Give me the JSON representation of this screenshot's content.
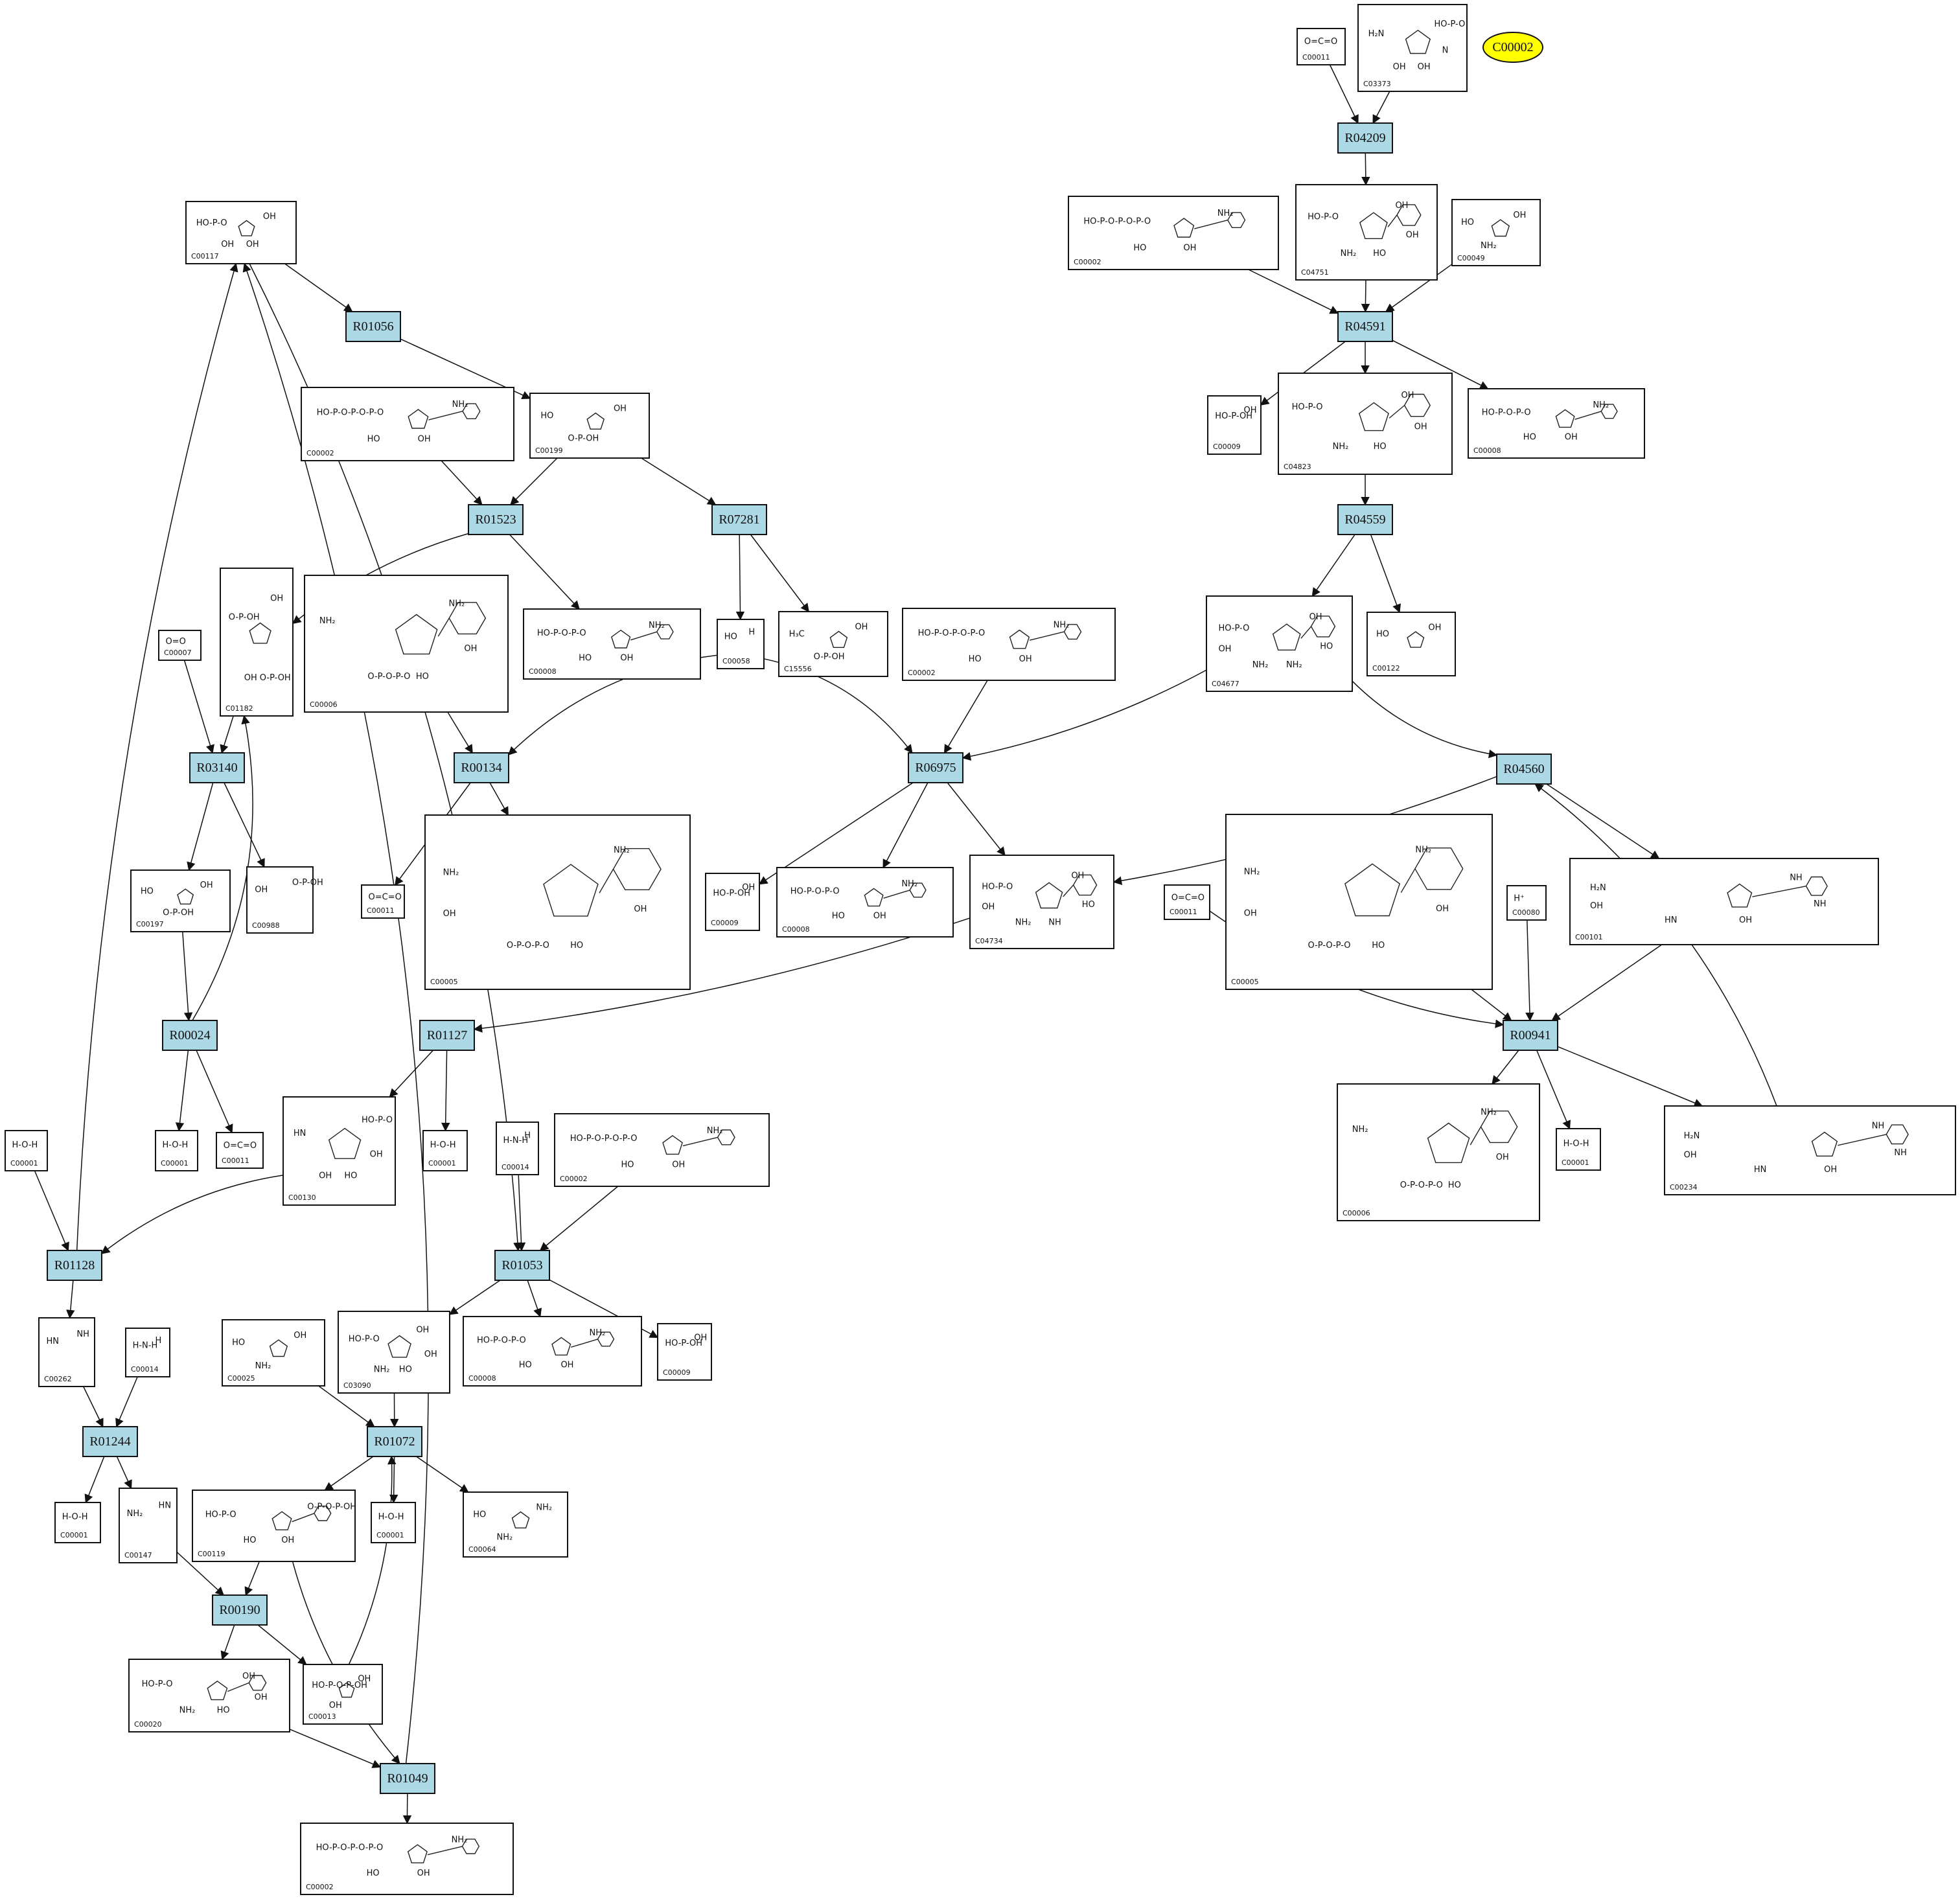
{
  "colors": {
    "reaction_fill": "#add8e6",
    "legend_fill": "#ffff00",
    "edge": "#111111"
  },
  "legend": {
    "label": "C00002"
  },
  "reactions": [
    {
      "id": "R04209"
    },
    {
      "id": "R04591"
    },
    {
      "id": "R04559"
    },
    {
      "id": "R04560"
    },
    {
      "id": "R01056"
    },
    {
      "id": "R01523"
    },
    {
      "id": "R07281"
    },
    {
      "id": "R03140"
    },
    {
      "id": "R00134"
    },
    {
      "id": "R06975"
    },
    {
      "id": "R00941"
    },
    {
      "id": "R00024"
    },
    {
      "id": "R01127"
    },
    {
      "id": "R01128"
    },
    {
      "id": "R01053"
    },
    {
      "id": "R01244"
    },
    {
      "id": "R01072"
    },
    {
      "id": "R00190"
    },
    {
      "id": "R01049"
    }
  ],
  "compounds": [
    {
      "key": "c00011_top",
      "id": "C00011",
      "glyphs": [
        "O=C=O"
      ]
    },
    {
      "key": "c03373",
      "id": "C03373",
      "glyphs": [
        "H₂N",
        "HO-P-O",
        "OH",
        "OH",
        "N"
      ]
    },
    {
      "key": "c00002_a",
      "id": "C00002",
      "glyphs": [
        "HO-P-O-P-O-P-O",
        "NH₂",
        "HO",
        "OH"
      ]
    },
    {
      "key": "c04751",
      "id": "C04751",
      "glyphs": [
        "HO-P-O",
        "OH",
        "NH₂",
        "HO",
        "OH"
      ]
    },
    {
      "key": "c00049",
      "id": "C00049",
      "glyphs": [
        "HO",
        "OH",
        "NH₂"
      ]
    },
    {
      "key": "c00117",
      "id": "C00117",
      "glyphs": [
        "HO-P-O",
        "OH",
        "OH",
        "OH"
      ]
    },
    {
      "key": "c00009_a",
      "id": "C00009",
      "glyphs": [
        "HO-P-OH",
        "OH"
      ]
    },
    {
      "key": "c04823",
      "id": "C04823",
      "glyphs": [
        "HO-P-O",
        "OH",
        "NH₂",
        "HO",
        "OH"
      ]
    },
    {
      "key": "c00008_a",
      "id": "C00008",
      "glyphs": [
        "HO-P-O-P-O",
        "NH₂",
        "HO",
        "OH"
      ]
    },
    {
      "key": "c00002_b",
      "id": "C00002",
      "glyphs": [
        "HO-P-O-P-O-P-O",
        "NH₂",
        "HO",
        "OH"
      ]
    },
    {
      "key": "c00199",
      "id": "C00199",
      "glyphs": [
        "HO",
        "OH",
        "O-P-OH"
      ]
    },
    {
      "key": "c01182",
      "id": "C01182",
      "glyphs": [
        "O-P-OH",
        "OH",
        "OH",
        "O-P-OH"
      ]
    },
    {
      "key": "c00006_a",
      "id": "C00006",
      "glyphs": [
        "NH₂",
        "NH₂",
        "O-P-O-P-O",
        "HO",
        "OH"
      ]
    },
    {
      "key": "c00008_b",
      "id": "C00008",
      "glyphs": [
        "HO-P-O-P-O",
        "NH₂",
        "HO",
        "OH"
      ]
    },
    {
      "key": "c00058",
      "id": "C00058",
      "glyphs": [
        "HO",
        "H"
      ]
    },
    {
      "key": "c15556",
      "id": "C15556",
      "glyphs": [
        "H₃C",
        "OH",
        "O-P-OH"
      ]
    },
    {
      "key": "c00002_c",
      "id": "C00002",
      "glyphs": [
        "HO-P-O-P-O-P-O",
        "NH₂",
        "HO",
        "OH"
      ]
    },
    {
      "key": "c04677",
      "id": "C04677",
      "glyphs": [
        "HO-P-O",
        "OH",
        "NH₂",
        "NH₂",
        "HO",
        "OH"
      ]
    },
    {
      "key": "c00122",
      "id": "C00122",
      "glyphs": [
        "HO",
        "OH"
      ]
    },
    {
      "key": "c00007",
      "id": "C00007",
      "glyphs": [
        "O=O"
      ]
    },
    {
      "key": "c00197",
      "id": "C00197",
      "glyphs": [
        "HO",
        "OH",
        "O-P-OH"
      ]
    },
    {
      "key": "c00988",
      "id": "C00988",
      "glyphs": [
        "OH",
        "O-P-OH"
      ]
    },
    {
      "key": "c00011_b",
      "id": "C00011",
      "glyphs": [
        "O=C=O"
      ]
    },
    {
      "key": "c00005_a",
      "id": "C00005",
      "glyphs": [
        "NH₂",
        "NH₂",
        "O-P-O-P-O",
        "HO",
        "OH",
        "OH"
      ]
    },
    {
      "key": "c00009_b",
      "id": "C00009",
      "glyphs": [
        "HO-P-OH",
        "OH"
      ]
    },
    {
      "key": "c00008_c",
      "id": "C00008",
      "glyphs": [
        "HO-P-O-P-O",
        "NH₂",
        "HO",
        "OH"
      ]
    },
    {
      "key": "c04734",
      "id": "C04734",
      "glyphs": [
        "HO-P-O",
        "OH",
        "NH₂",
        "NH",
        "HO",
        "OH"
      ]
    },
    {
      "key": "c00011_c",
      "id": "C00011",
      "glyphs": [
        "O=C=O"
      ]
    },
    {
      "key": "c00005_b",
      "id": "C00005",
      "glyphs": [
        "NH₂",
        "NH₂",
        "O-P-O-P-O",
        "HO",
        "OH",
        "OH"
      ]
    },
    {
      "key": "c00080",
      "id": "C00080",
      "glyphs": [
        "H⁺"
      ]
    },
    {
      "key": "c00101",
      "id": "C00101",
      "glyphs": [
        "H₂N",
        "NH",
        "HN",
        "OH",
        "NH",
        "OH"
      ]
    },
    {
      "key": "c00001_a",
      "id": "C00001",
      "glyphs": [
        "H-O-H"
      ]
    },
    {
      "key": "c00001_b",
      "id": "C00001",
      "glyphs": [
        "H-O-H"
      ]
    },
    {
      "key": "c00011_d",
      "id": "C00011",
      "glyphs": [
        "O=C=O"
      ]
    },
    {
      "key": "c00130",
      "id": "C00130",
      "glyphs": [
        "HN",
        "HO-P-O",
        "OH",
        "HO",
        "OH"
      ]
    },
    {
      "key": "c00001_c",
      "id": "C00001",
      "glyphs": [
        "H-O-H"
      ]
    },
    {
      "key": "c00014_a",
      "id": "C00014",
      "glyphs": [
        "H-N-H",
        "H"
      ]
    },
    {
      "key": "c00002_d",
      "id": "C00002",
      "glyphs": [
        "HO-P-O-P-O-P-O",
        "NH₂",
        "HO",
        "OH"
      ]
    },
    {
      "key": "c00006_b",
      "id": "C00006",
      "glyphs": [
        "NH₂",
        "NH₂",
        "O-P-O-P-O",
        "HO",
        "OH"
      ]
    },
    {
      "key": "c00001_d",
      "id": "C00001",
      "glyphs": [
        "H-O-H"
      ]
    },
    {
      "key": "c00234",
      "id": "C00234",
      "glyphs": [
        "H₂N",
        "NH",
        "HN",
        "OH",
        "NH",
        "OH"
      ]
    },
    {
      "key": "c00262",
      "id": "C00262",
      "glyphs": [
        "HN",
        "NH"
      ]
    },
    {
      "key": "c00014_b",
      "id": "C00014",
      "glyphs": [
        "H-N-H",
        "H"
      ]
    },
    {
      "key": "c00025",
      "id": "C00025",
      "glyphs": [
        "HO",
        "OH",
        "NH₂"
      ]
    },
    {
      "key": "c03090",
      "id": "C03090",
      "glyphs": [
        "HO-P-O",
        "OH",
        "NH₂",
        "HO",
        "OH"
      ]
    },
    {
      "key": "c00008_d",
      "id": "C00008",
      "glyphs": [
        "HO-P-O-P-O",
        "NH₂",
        "HO",
        "OH"
      ]
    },
    {
      "key": "c00009_c",
      "id": "C00009",
      "glyphs": [
        "HO-P-OH",
        "OH"
      ]
    },
    {
      "key": "c00001_e",
      "id": "C00001",
      "glyphs": [
        "H-O-H"
      ]
    },
    {
      "key": "c00147",
      "id": "C00147",
      "glyphs": [
        "NH₂",
        "HN"
      ]
    },
    {
      "key": "c00119",
      "id": "C00119",
      "glyphs": [
        "HO-P-O",
        "O-P-O-P-OH",
        "HO",
        "OH"
      ]
    },
    {
      "key": "c00001_f",
      "id": "C00001",
      "glyphs": [
        "H-O-H"
      ]
    },
    {
      "key": "c00064",
      "id": "C00064",
      "glyphs": [
        "HO",
        "NH₂",
        "NH₂"
      ]
    },
    {
      "key": "c00020",
      "id": "C00020",
      "glyphs": [
        "HO-P-O",
        "OH",
        "NH₂",
        "HO",
        "OH"
      ]
    },
    {
      "key": "c00013",
      "id": "C00013",
      "glyphs": [
        "HO-P-O-P-OH",
        "OH",
        "OH"
      ]
    },
    {
      "key": "c00002_e",
      "id": "C00002",
      "glyphs": [
        "HO-P-O-P-O-P-O",
        "NH₂",
        "HO",
        "OH"
      ]
    }
  ],
  "edges": [
    [
      "c00011_top",
      "R04209"
    ],
    [
      "c03373",
      "R04209"
    ],
    [
      "R04209",
      "c04751"
    ],
    [
      "c00002_a",
      "R04591"
    ],
    [
      "c04751",
      "R04591"
    ],
    [
      "c00049",
      "R04591"
    ],
    [
      "R04591",
      "c00009_a"
    ],
    [
      "R04591",
      "c04823"
    ],
    [
      "R04591",
      "c00008_a"
    ],
    [
      "c04823",
      "R04559"
    ],
    [
      "R04559",
      "c04677"
    ],
    [
      "R04559",
      "c00122"
    ],
    [
      "c04677",
      "R04560"
    ],
    [
      "c04677",
      "R06975"
    ],
    [
      "c00117",
      "R01056"
    ],
    [
      "R01056",
      "c00199"
    ],
    [
      "c00002_b",
      "R01523"
    ],
    [
      "c00199",
      "R01523"
    ],
    [
      "R01523",
      "c01182"
    ],
    [
      "R01523",
      "c00008_b"
    ],
    [
      "c00199",
      "R07281"
    ],
    [
      "R07281",
      "c00058"
    ],
    [
      "R07281",
      "c15556"
    ],
    [
      "c00007",
      "R03140"
    ],
    [
      "c01182",
      "R03140"
    ],
    [
      "R03140",
      "c00197"
    ],
    [
      "R03140",
      "c00988"
    ],
    [
      "c00006_a",
      "R00134"
    ],
    [
      "c00058",
      "R00134"
    ],
    [
      "R00134",
      "c00011_b"
    ],
    [
      "R00134",
      "c00005_a"
    ],
    [
      "c00058",
      "R06975"
    ],
    [
      "c00002_c",
      "R06975"
    ],
    [
      "R06975",
      "c00009_b"
    ],
    [
      "R06975",
      "c00008_c"
    ],
    [
      "R06975",
      "c04734"
    ],
    [
      "R04560",
      "c04734"
    ],
    [
      "R04560",
      "c00101"
    ],
    [
      "c00011_c",
      "R00941"
    ],
    [
      "c00005_b",
      "R00941"
    ],
    [
      "c00080",
      "R00941"
    ],
    [
      "c00101",
      "R00941"
    ],
    [
      "R00941",
      "c00006_b"
    ],
    [
      "R00941",
      "c00001_d"
    ],
    [
      "R00941",
      "c00234"
    ],
    [
      "c00234",
      "R04560"
    ],
    [
      "c00197",
      "R00024"
    ],
    [
      "R00024",
      "c01182"
    ],
    [
      "R00024",
      "c00001_b"
    ],
    [
      "R00024",
      "c00011_d"
    ],
    [
      "c04734",
      "R01127"
    ],
    [
      "R01127",
      "c00130"
    ],
    [
      "R01127",
      "c00001_c"
    ],
    [
      "c00001_a",
      "R01128"
    ],
    [
      "c00130",
      "R01128"
    ],
    [
      "R01128",
      "c00117"
    ],
    [
      "R01128",
      "c00262"
    ],
    [
      "c00117",
      "R01053"
    ],
    [
      "c00014_a",
      "R01053"
    ],
    [
      "c00002_d",
      "R01053"
    ],
    [
      "R01053",
      "c03090"
    ],
    [
      "R01053",
      "c00008_d"
    ],
    [
      "R01053",
      "c00009_c"
    ],
    [
      "c00262",
      "R01244"
    ],
    [
      "c00014_b",
      "R01244"
    ],
    [
      "R01244",
      "c00001_e"
    ],
    [
      "R01244",
      "c00147"
    ],
    [
      "c00025",
      "R01072"
    ],
    [
      "c03090",
      "R01072"
    ],
    [
      "R01072",
      "c00119"
    ],
    [
      "R01072",
      "c00001_f"
    ],
    [
      "R01072",
      "c00064"
    ],
    [
      "c00147",
      "R00190"
    ],
    [
      "c00119",
      "R00190"
    ],
    [
      "R00190",
      "c00020"
    ],
    [
      "R00190",
      "c00013"
    ],
    [
      "c00013",
      "R01072"
    ],
    [
      "c00119",
      "R01049"
    ],
    [
      "c00020",
      "R01049"
    ],
    [
      "R01049",
      "c00002_e"
    ],
    [
      "R01049",
      "c00117"
    ]
  ]
}
